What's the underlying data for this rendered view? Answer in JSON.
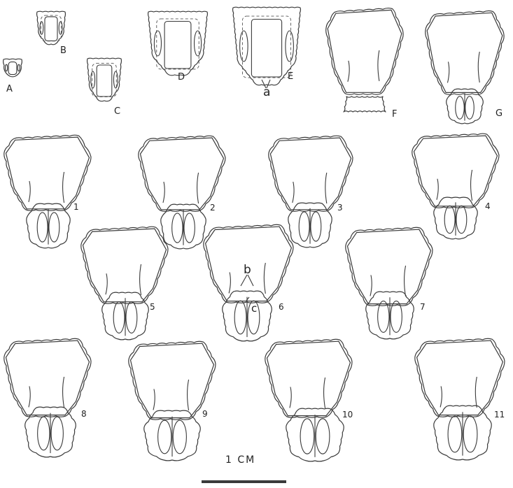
{
  "stage_letters": [
    "A",
    "B",
    "C",
    "D",
    "E",
    "F",
    "G"
  ],
  "stage_numbers": [
    "1",
    "2",
    "3",
    "4",
    "5",
    "6",
    "7",
    "8",
    "9",
    "10",
    "11"
  ],
  "annotations": {
    "a": "a",
    "b": "b",
    "c": "c"
  },
  "scale_label": "1 CM",
  "colors": {
    "ink": "#3a3a3a",
    "background": "#ffffff"
  }
}
